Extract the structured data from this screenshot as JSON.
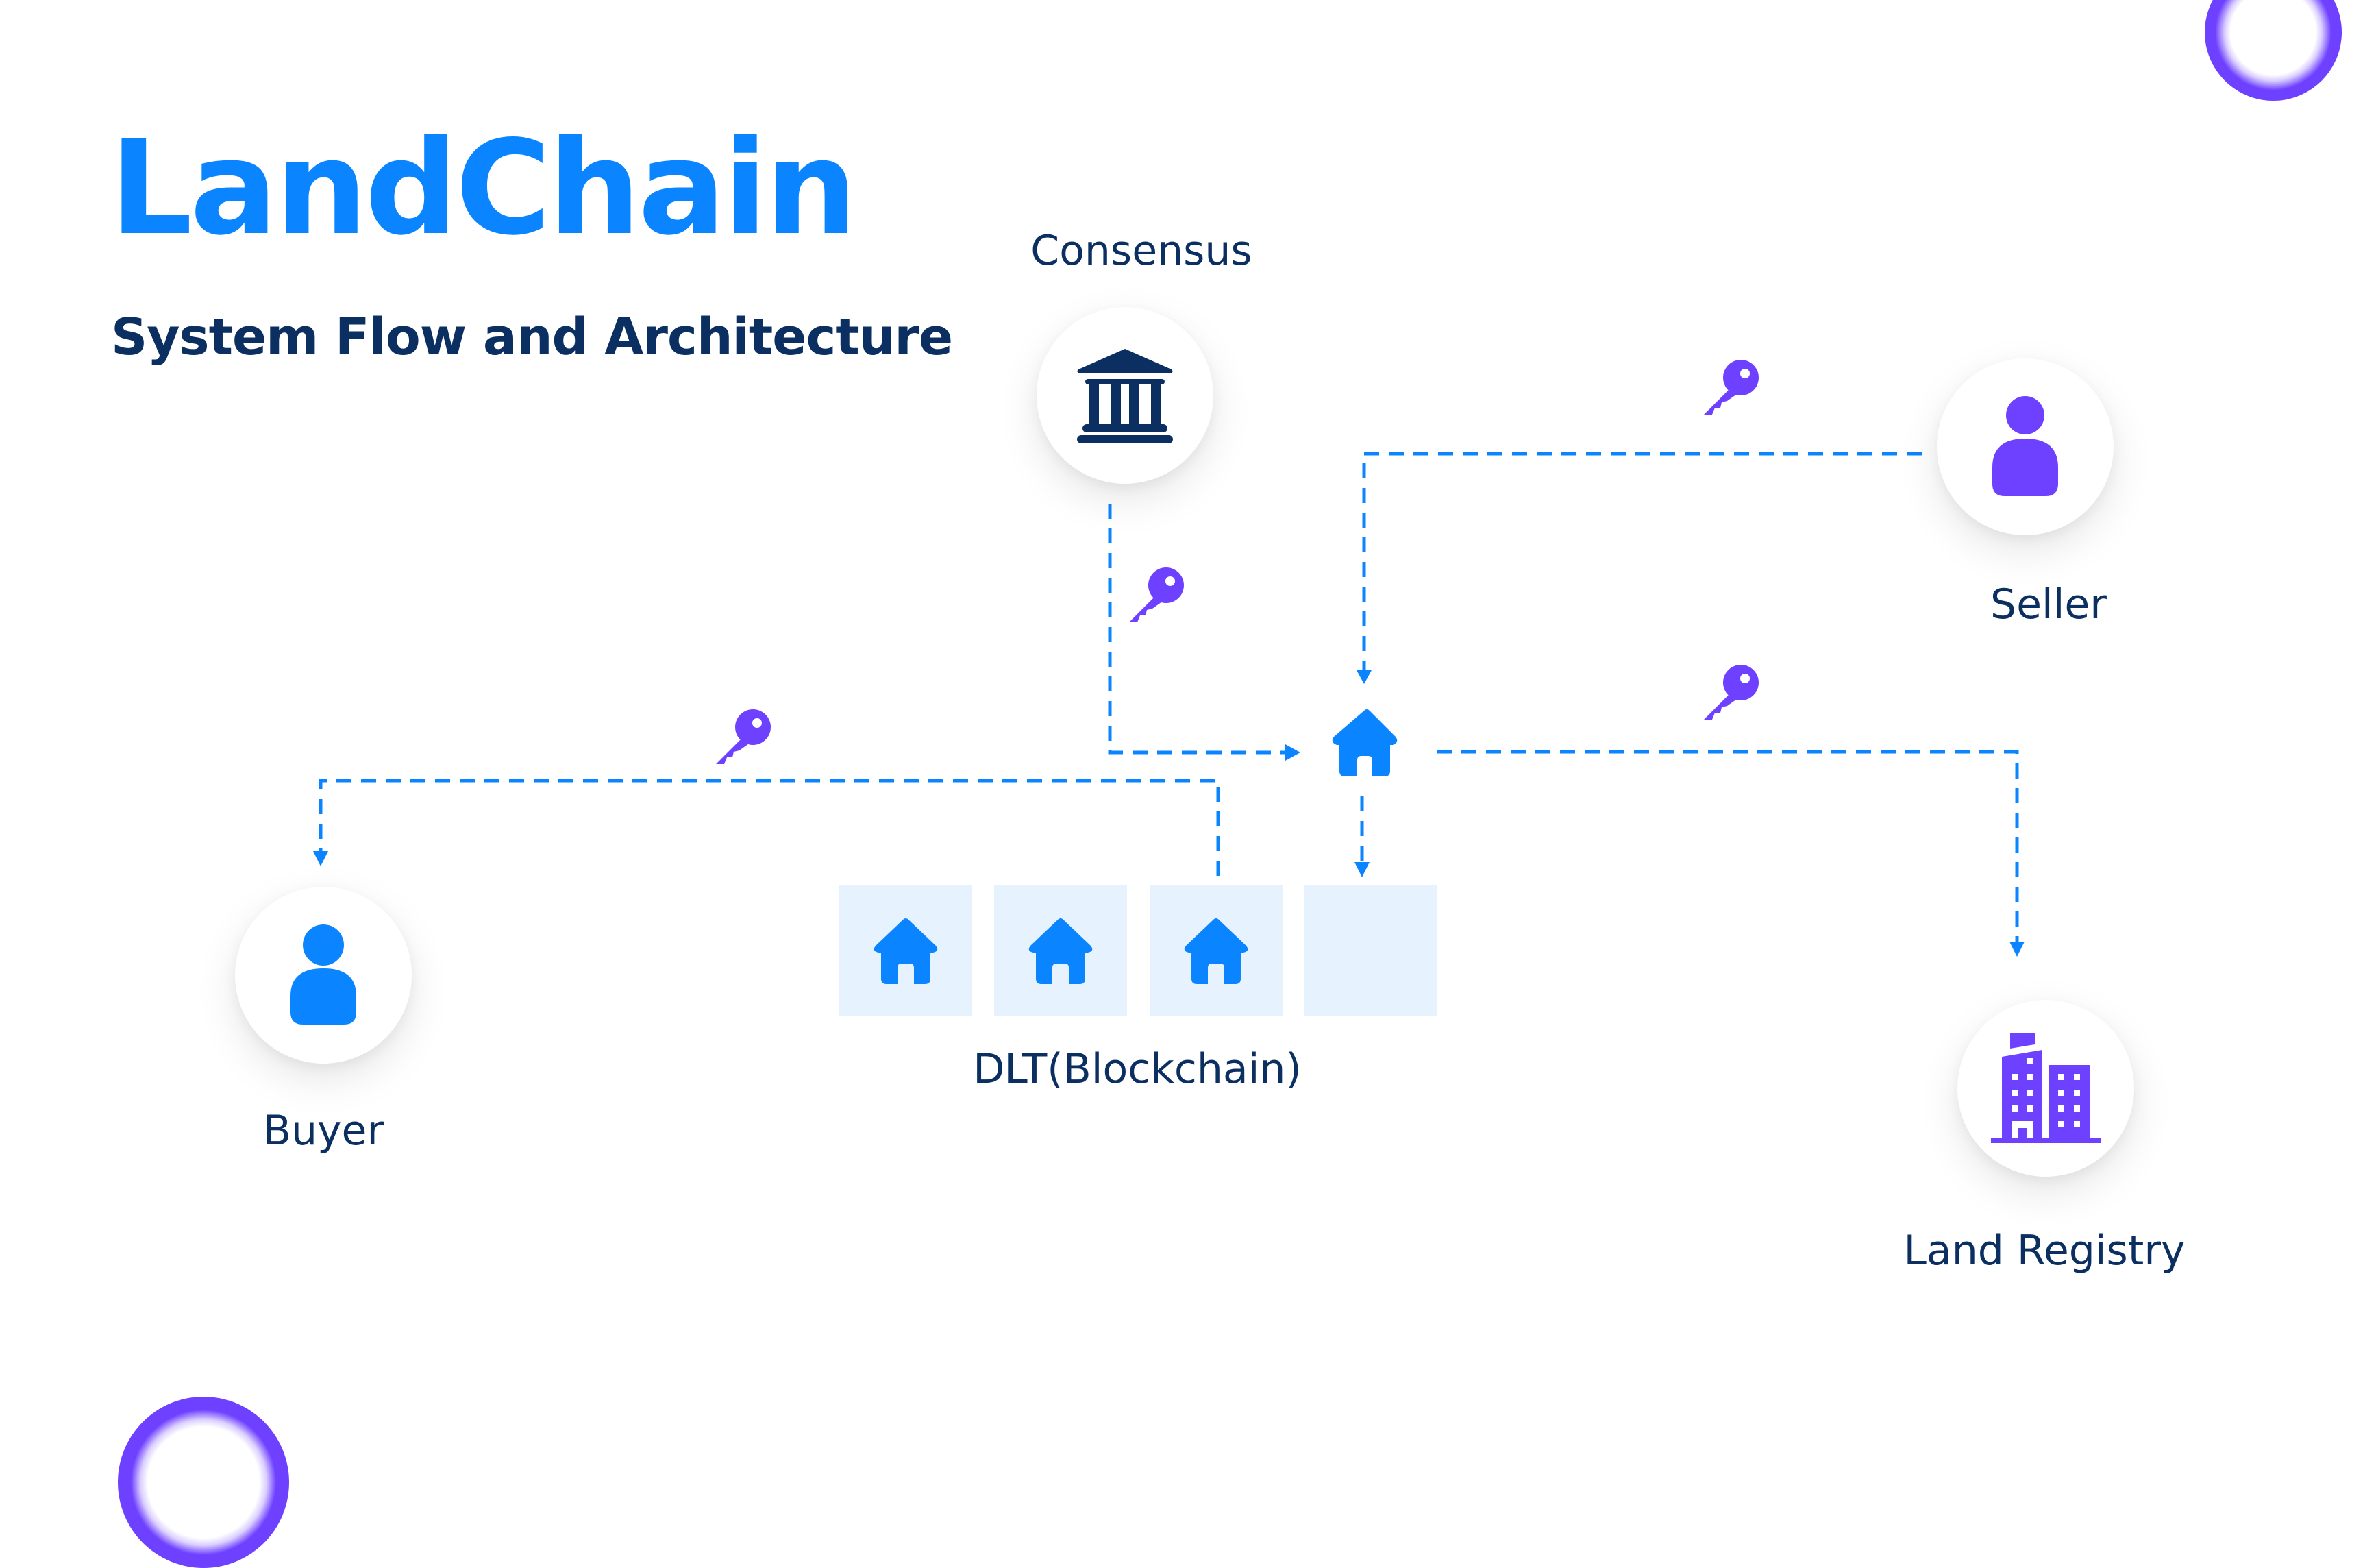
{
  "header": {
    "title": "LandChain",
    "subtitle": "System Flow and Architecture"
  },
  "colors": {
    "brand_blue": "#0A85FF",
    "navy": "#0B2F61",
    "purple": "#6E40FF",
    "block_bg": "#E6F2FD"
  },
  "nodes": {
    "consensus": {
      "label": "Consensus",
      "icon": "bank-icon"
    },
    "seller": {
      "label": "Seller",
      "icon": "user-icon"
    },
    "buyer": {
      "label": "Buyer",
      "icon": "user-icon"
    },
    "land_registry": {
      "label": "Land Registry",
      "icon": "building-icon"
    },
    "property": {
      "icon": "house-icon"
    }
  },
  "blockchain": {
    "label": "DLT(Blockchain)",
    "blocks": [
      {
        "filled": true,
        "icon": "house-icon"
      },
      {
        "filled": true,
        "icon": "house-icon"
      },
      {
        "filled": true,
        "icon": "house-icon"
      },
      {
        "filled": false
      }
    ]
  },
  "connectors": [
    {
      "from": "consensus",
      "to": "property",
      "key": true
    },
    {
      "from": "seller",
      "to": "property",
      "key": true
    },
    {
      "from": "property",
      "to": "land_registry",
      "key": true
    },
    {
      "from": "property",
      "to": "blockchain",
      "key": false
    },
    {
      "from": "blockchain",
      "to": "buyer",
      "key": true
    }
  ]
}
